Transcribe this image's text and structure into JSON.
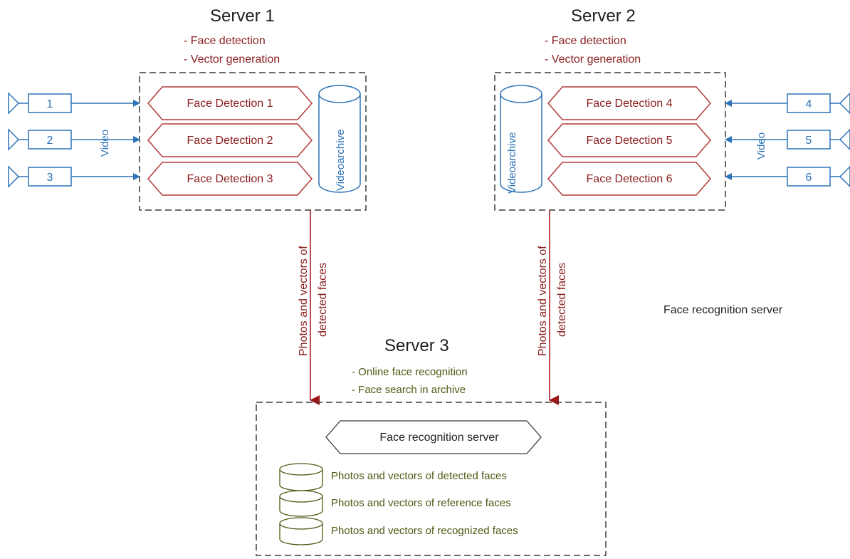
{
  "servers": {
    "s1": {
      "title": "Server 1",
      "duties": [
        "- Face detection",
        "- Vector generation"
      ]
    },
    "s2": {
      "title": "Server 2",
      "duties": [
        "- Face detection",
        "- Vector generation"
      ]
    },
    "s3": {
      "title": "Server 3",
      "duties": [
        "- Online face recognition",
        "- Face search in archive"
      ]
    }
  },
  "face_detection": [
    "Face Detection 1",
    "Face Detection 2",
    "Face Detection 3",
    "Face Detection 4",
    "Face Detection 5",
    "Face Detection 6"
  ],
  "cameras": [
    "1",
    "2",
    "3",
    "4",
    "5",
    "6"
  ],
  "video_label": "Video",
  "archive_label": "Videoarchive",
  "flow_label_line1": "Photos and vectors of",
  "flow_label_line2": "detected faces",
  "recognition_server": "Face recognition server",
  "side_note": "Face recognition server",
  "databases": [
    "Photos and vectors of detected faces",
    "Photos and vectors of reference faces",
    "Photos and vectors of recognized faces"
  ],
  "colors": {
    "red": "#8b1d1d",
    "blue": "#2e73b8",
    "green": "#4a5a12",
    "dashed": "#3a3a3a"
  }
}
